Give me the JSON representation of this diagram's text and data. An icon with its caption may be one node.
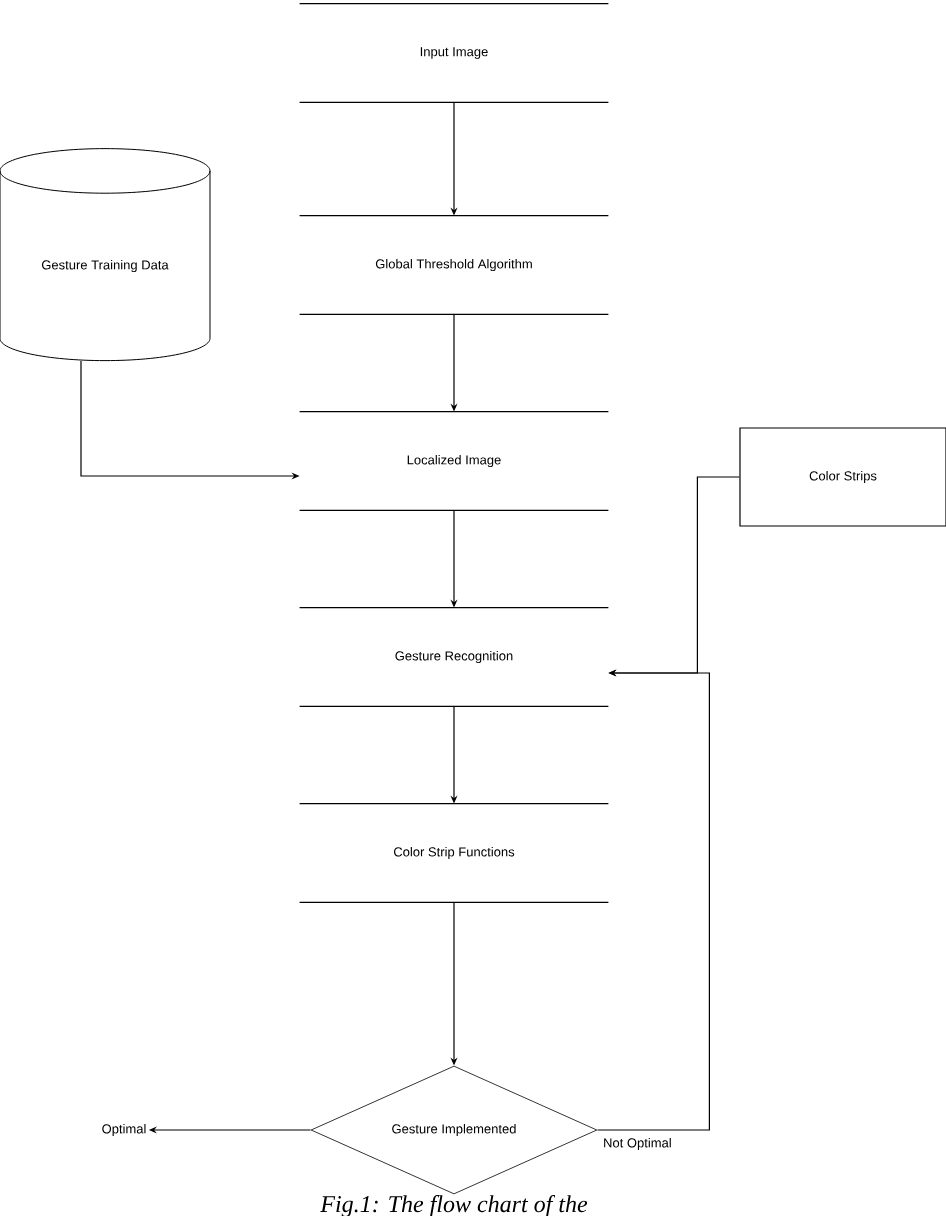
{
  "diagram": {
    "caption": "Fig.1: The flow chart of the",
    "nodes": [
      {
        "text": [
          "Input Image"
        ]
      },
      {
        "text": [
          "Global Threshold Algorithm"
        ]
      },
      {
        "text": [
          "Localized Image"
        ]
      },
      {
        "text": [
          "Gesture Recognition"
        ]
      },
      {
        "text": [
          "Color Strip Functions"
        ]
      },
      {
        "text": [
          "Gesture Implemented"
        ]
      },
      {
        "text": [
          "Gesture Training Data"
        ]
      },
      {
        "text": [
          "Color Strips"
        ]
      },
      {
        "text": [
          "Optimal"
        ]
      }
    ],
    "edges": [
      {
        "from": 0,
        "to": 1,
        "arrow": "to"
      },
      {
        "from": 1,
        "to": 2,
        "arrow": "to"
      },
      {
        "from": 2,
        "to": 3,
        "arrow": "to"
      },
      {
        "from": 3,
        "to": 4,
        "arrow": "to"
      },
      {
        "from": 4,
        "to": 5,
        "arrow": "to"
      },
      {
        "from": 6,
        "to": 2,
        "arrow": "to"
      },
      {
        "from": 7,
        "to": 3,
        "arrow": "to"
      },
      {
        "from": 5,
        "to": 3,
        "label": "Not Optimal",
        "arrow": "to"
      },
      {
        "from": 5,
        "to": 8,
        "arrow": "to"
      }
    ]
  }
}
